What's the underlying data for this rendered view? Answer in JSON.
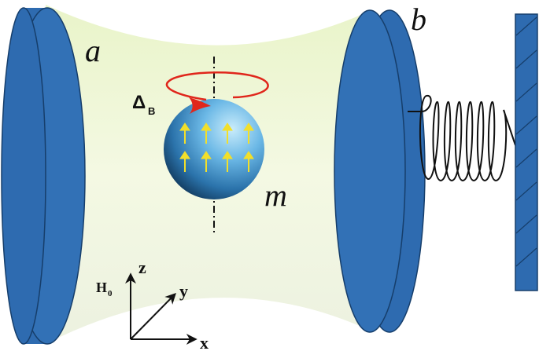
{
  "labels": {
    "cavity_mirror_left": "a",
    "cavity_mirror_right": "b",
    "magnon_sphere": "m",
    "detuning_symbol": "Δ",
    "detuning_subscript": "B",
    "field_symbol": "H",
    "field_subscript": "0",
    "axis_x": "x",
    "axis_y": "y",
    "axis_z": "z"
  },
  "colors": {
    "mirror_fill": "#2e6bb0",
    "mirror_edge": "#1c4b80",
    "cavity_field": "#eef6d8",
    "sphere_light": "#b9e2f7",
    "sphere_mid": "#4a9fd6",
    "sphere_dark": "#0d2f52",
    "spin_arrows": "#f2df2a",
    "rotation_arrow": "#e0261b",
    "wall_fill": "#2e6bb0",
    "spring": "#111111"
  },
  "icons": {
    "spin": "up-arrow",
    "rotation": "curved-arrow"
  }
}
